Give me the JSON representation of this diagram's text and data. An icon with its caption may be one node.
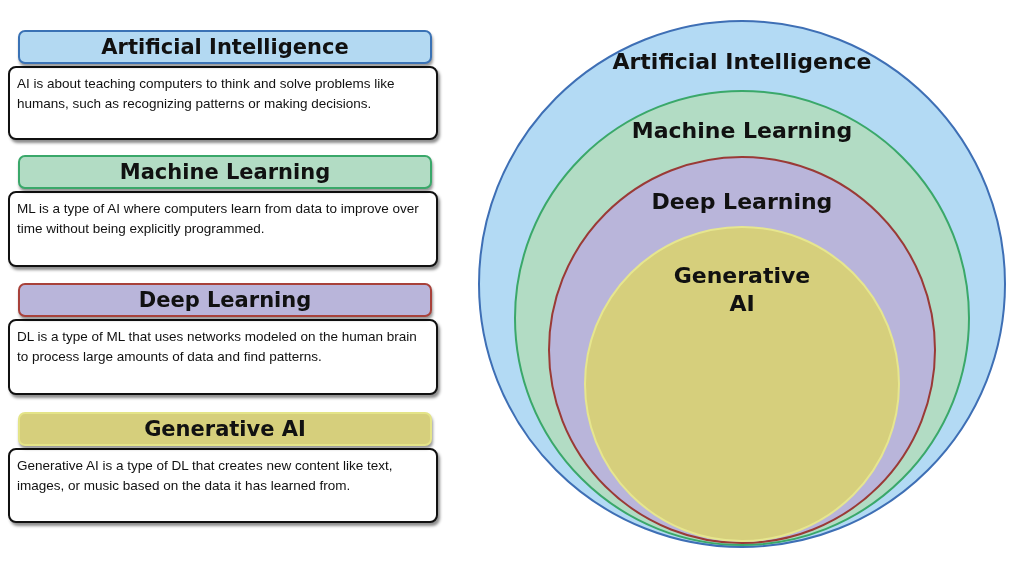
{
  "diagram": {
    "nodes": [
      {
        "text": [
          "Artificial Intelligence"
        ]
      },
      {
        "text": [
          "AI is about teaching computers to think and solve problems like humans, such as recognizing patterns or making decisions."
        ]
      },
      {
        "text": [
          "Machine Learning"
        ]
      },
      {
        "text": [
          "ML is a type of AI where computers learn from data to improve over time without being explicitly programmed."
        ]
      },
      {
        "text": [
          "Deep Learning"
        ]
      },
      {
        "text": [
          "DL is a type of ML that uses networks modeled on the human brain to process large amounts of data and find patterns."
        ]
      },
      {
        "text": [
          "Generative AI"
        ]
      },
      {
        "text": [
          "Generative AI is a type of DL that creates new content like text, images, or music based on the data it has learned from."
        ]
      },
      {
        "text": [
          "Artificial Intelligence"
        ]
      },
      {
        "text": [
          "Machine Learning"
        ],
        "in": 8
      },
      {
        "text": [
          "Deep Learning"
        ],
        "in": 9
      },
      {
        "text": [
          "Generative AI"
        ],
        "in": 10
      }
    ]
  }
}
